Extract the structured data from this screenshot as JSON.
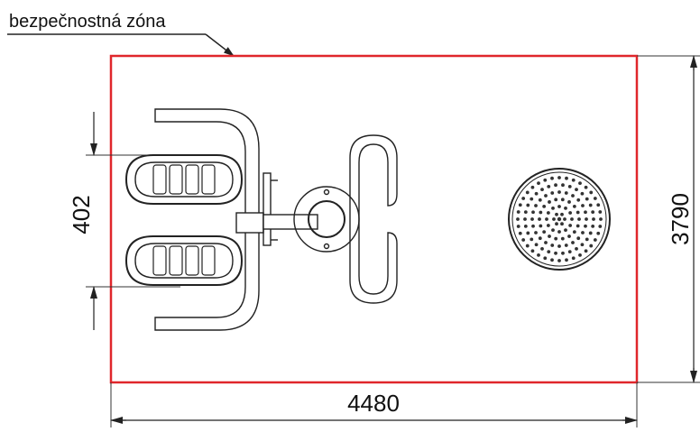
{
  "diagram": {
    "zone_label": "bezpečnostná zóna",
    "width_dimension": "4480",
    "height_dimension": "3790",
    "pedal_spacing_dimension": "402",
    "colors": {
      "safety_zone_outline": "#e0262b",
      "line": "#222222",
      "dimension_line": "#333333",
      "background": "#ffffff"
    },
    "icons": [
      "safety-zone-rectangle",
      "exercise-machine-top-view",
      "round-stepping-plate"
    ]
  }
}
